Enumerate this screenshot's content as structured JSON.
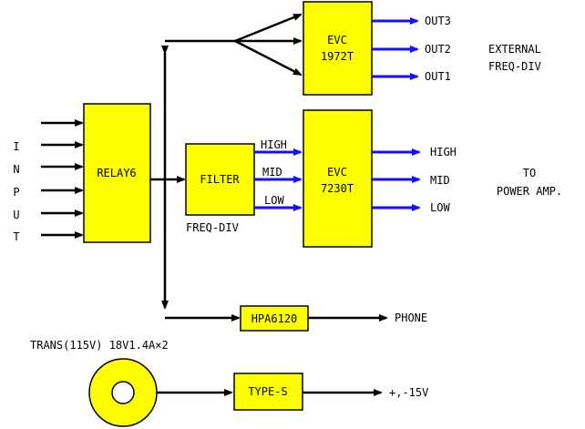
{
  "input_label_letters": [
    "I",
    "N",
    "P",
    "U",
    "T"
  ],
  "blocks": {
    "relay": "RELAY6",
    "filter": "FILTER",
    "evc1_line1": "EVC",
    "evc1_line2": "1972T",
    "evc2_line1": "EVC",
    "evc2_line2": "7230T",
    "hpa": "HPA6120",
    "types": "TYPE-S"
  },
  "filter_bands": {
    "high": "HIGH",
    "mid": "MID",
    "low": "LOW"
  },
  "freq_div_label": "FREQ-DIV",
  "external_outputs": [
    "OUT3",
    "OUT2",
    "OUT1"
  ],
  "external_label_line1": "EXTERNAL",
  "external_label_line2": "FREQ-DIV",
  "amp_outputs": [
    "HIGH",
    "MID",
    "LOW"
  ],
  "amp_label_line1": "TO",
  "amp_label_line2": "POWER AMP.",
  "phone_label": "PHONE",
  "trans_label": "TRANS(115V) 18V1.4A×2",
  "supply_label": "+,-15V",
  "colors": {
    "block_fill": "#ffff00",
    "signal_blue": "#1010ff",
    "line": "#000000"
  }
}
